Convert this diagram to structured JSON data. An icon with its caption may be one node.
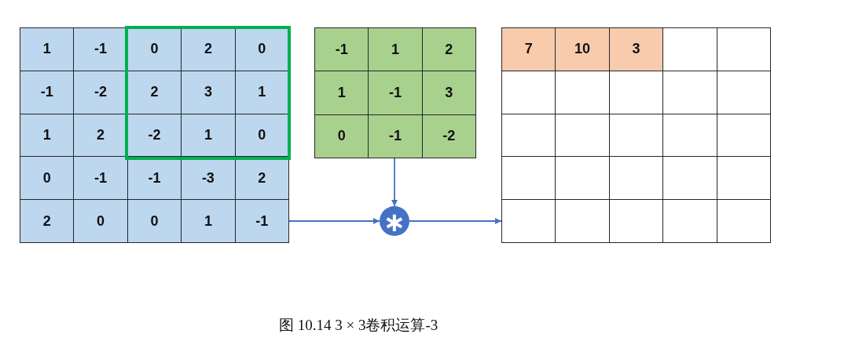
{
  "diagram": {
    "caption": "图 10.14 3 × 3卷积运算-3",
    "nodes": [
      {
        "text": [],
        "shape": "box"
      },
      {
        "text": [
          "1"
        ],
        "in": 0
      },
      {
        "text": [
          "-1"
        ],
        "in": 0
      },
      {
        "text": [
          "0"
        ],
        "in": 0
      },
      {
        "text": [
          "2"
        ],
        "in": 0
      },
      {
        "text": [
          "0"
        ],
        "in": 0
      },
      {
        "text": [
          "-1"
        ],
        "in": 0
      },
      {
        "text": [
          "-2"
        ],
        "in": 0
      },
      {
        "text": [
          "2"
        ],
        "in": 0
      },
      {
        "text": [
          "3"
        ],
        "in": 0
      },
      {
        "text": [
          "1"
        ],
        "in": 0
      },
      {
        "text": [
          "1"
        ],
        "in": 0
      },
      {
        "text": [
          "2"
        ],
        "in": 0
      },
      {
        "text": [
          "-2"
        ],
        "in": 0
      },
      {
        "text": [
          "1"
        ],
        "in": 0
      },
      {
        "text": [
          "0"
        ],
        "in": 0
      },
      {
        "text": [
          "0"
        ],
        "in": 0
      },
      {
        "text": [
          "-1"
        ],
        "in": 0
      },
      {
        "text": [
          "-1"
        ],
        "in": 0
      },
      {
        "text": [
          "-3"
        ],
        "in": 0
      },
      {
        "text": [
          "2"
        ],
        "in": 0
      },
      {
        "text": [
          "2"
        ],
        "in": 0
      },
      {
        "text": [
          "0"
        ],
        "in": 0
      },
      {
        "text": [
          "0"
        ],
        "in": 0
      },
      {
        "text": [
          "1"
        ],
        "in": 0
      },
      {
        "text": [
          "-1"
        ],
        "in": 0
      },
      {
        "text": [],
        "shape": "box"
      },
      {
        "text": [
          "-1"
        ],
        "in": 26
      },
      {
        "text": [
          "1"
        ],
        "in": 26
      },
      {
        "text": [
          "2"
        ],
        "in": 26
      },
      {
        "text": [
          "1"
        ],
        "in": 26
      },
      {
        "text": [
          "-1"
        ],
        "in": 26
      },
      {
        "text": [
          "3"
        ],
        "in": 26
      },
      {
        "text": [
          "0"
        ],
        "in": 26
      },
      {
        "text": [
          "-1"
        ],
        "in": 26
      },
      {
        "text": [
          "-2"
        ],
        "in": 26
      },
      {
        "text": [],
        "shape": "box"
      },
      {
        "text": [
          "7"
        ],
        "in": 36
      },
      {
        "text": [
          "10"
        ],
        "in": 36
      },
      {
        "text": [
          "3"
        ],
        "in": 36
      },
      {
        "text": [],
        "shape": "box",
        "in": 36
      },
      {
        "text": [],
        "shape": "box",
        "in": 36
      },
      {
        "text": [],
        "shape": "box",
        "in": 36
      },
      {
        "text": [],
        "shape": "box",
        "in": 36
      },
      {
        "text": [],
        "shape": "box",
        "in": 36
      },
      {
        "text": [],
        "shape": "box",
        "in": 36
      },
      {
        "text": [],
        "shape": "box",
        "in": 36
      },
      {
        "text": [],
        "shape": "box",
        "in": 36
      },
      {
        "text": [],
        "shape": "box",
        "in": 36
      },
      {
        "text": [],
        "shape": "box",
        "in": 36
      },
      {
        "text": [],
        "shape": "box",
        "in": 36
      },
      {
        "text": [],
        "shape": "box",
        "in": 36
      },
      {
        "text": [],
        "shape": "box",
        "in": 36
      },
      {
        "text": [],
        "shape": "box",
        "in": 36
      },
      {
        "text": [],
        "shape": "box",
        "in": 36
      },
      {
        "text": [],
        "shape": "box",
        "in": 36
      },
      {
        "text": [],
        "shape": "box",
        "in": 36
      },
      {
        "text": [],
        "shape": "box",
        "in": 36
      },
      {
        "text": [],
        "shape": "box",
        "in": 36
      },
      {
        "text": [],
        "shape": "box",
        "in": 36
      },
      {
        "text": [],
        "shape": "box",
        "in": 36
      },
      {
        "text": [],
        "shape": "box",
        "in": 36
      },
      {
        "text": [
          "∗"
        ]
      }
    ],
    "edges": [
      {
        "from": 0,
        "to": 62,
        "arrow": "to"
      },
      {
        "from": 26,
        "to": 62,
        "arrow": "to"
      },
      {
        "from": 62,
        "to": 36,
        "arrow": "to"
      }
    ]
  }
}
